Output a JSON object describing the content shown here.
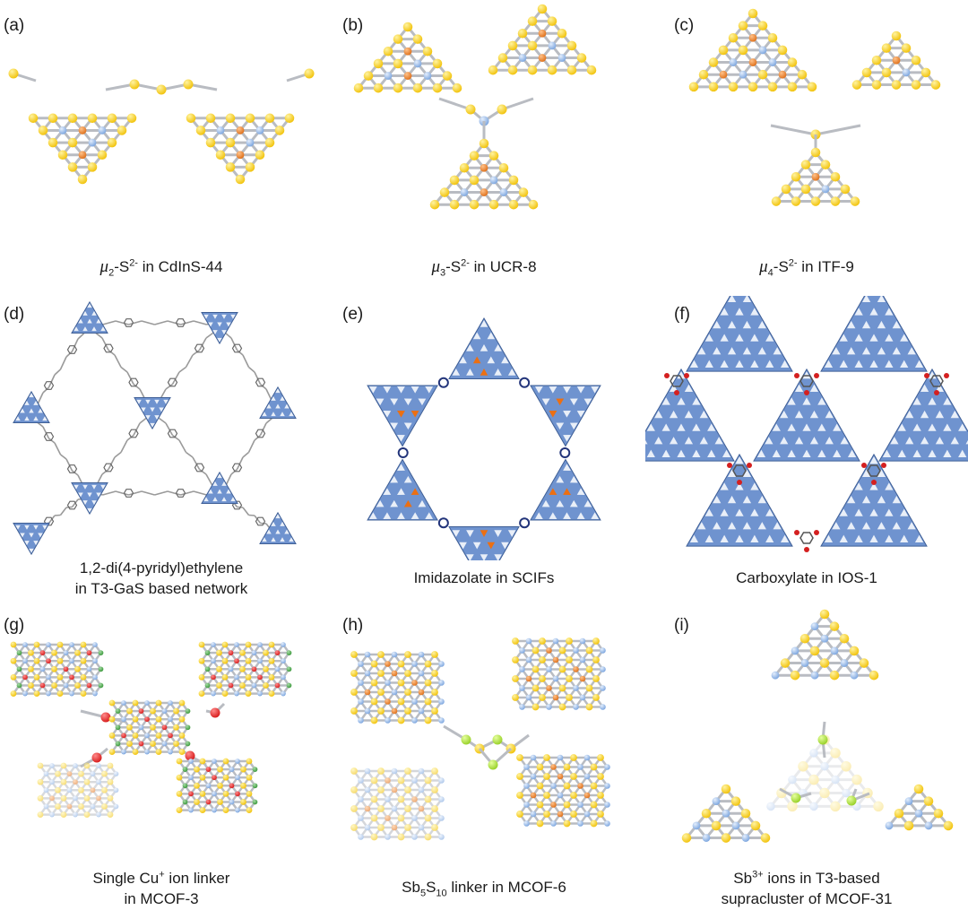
{
  "colors": {
    "sulfur": "#f2c40f",
    "metal": "#7fa8e0",
    "indium": "#e0731e",
    "bond": "#b9bcc2",
    "tetra_fill": "#6f93cf",
    "tetra_dark": "#3f5f96",
    "tetra_orange": "#ec6f12",
    "copper": "#d81f1f",
    "green": "#3f9b3f",
    "antimony": "#9ad22b",
    "linker": "#9a9a9a"
  },
  "panels": [
    {
      "letter": "(a)",
      "caption_lines": [
        [
          {
            "t": "μ",
            "s": "mu"
          },
          {
            "t": "2",
            "s": "sub"
          },
          {
            "t": "-S",
            "s": ""
          },
          {
            "t": "2-",
            "s": "sup"
          },
          {
            "t": " in CdInS-44",
            "s": ""
          }
        ]
      ]
    },
    {
      "letter": "(b)",
      "caption_lines": [
        [
          {
            "t": "μ",
            "s": "mu"
          },
          {
            "t": "3",
            "s": "sub"
          },
          {
            "t": "-S",
            "s": ""
          },
          {
            "t": "2-",
            "s": "sup"
          },
          {
            "t": " in UCR-8",
            "s": ""
          }
        ]
      ]
    },
    {
      "letter": "(c)",
      "caption_lines": [
        [
          {
            "t": "μ",
            "s": "mu"
          },
          {
            "t": "4",
            "s": "sub"
          },
          {
            "t": "-S",
            "s": ""
          },
          {
            "t": "2-",
            "s": "sup"
          },
          {
            "t": " in ITF-9",
            "s": ""
          }
        ]
      ]
    },
    {
      "letter": "(d)",
      "caption_lines": [
        [
          {
            "t": "1,2-di(4-pyridyl)ethylene",
            "s": ""
          }
        ],
        [
          {
            "t": "in T3-GaS based network",
            "s": ""
          }
        ]
      ]
    },
    {
      "letter": "(e)",
      "caption_lines": [
        [
          {
            "t": "Imidazolate in SCIFs",
            "s": ""
          }
        ]
      ]
    },
    {
      "letter": "(f)",
      "caption_lines": [
        [
          {
            "t": "Carboxylate in IOS-1",
            "s": ""
          }
        ]
      ]
    },
    {
      "letter": "(g)",
      "caption_lines": [
        [
          {
            "t": "Single Cu",
            "s": ""
          },
          {
            "t": "+",
            "s": "sup"
          },
          {
            "t": " ion linker",
            "s": ""
          }
        ],
        [
          {
            "t": "in MCOF-3",
            "s": ""
          }
        ]
      ]
    },
    {
      "letter": "(h)",
      "caption_lines": [
        [
          {
            "t": "Sb",
            "s": ""
          },
          {
            "t": "5",
            "s": "sub"
          },
          {
            "t": "S",
            "s": ""
          },
          {
            "t": "10",
            "s": "sub"
          },
          {
            "t": " linker in MCOF-6",
            "s": ""
          }
        ]
      ]
    },
    {
      "letter": "(i)",
      "caption_lines": [
        [
          {
            "t": "Sb",
            "s": ""
          },
          {
            "t": "3+",
            "s": "sup"
          },
          {
            "t": " ions in T3-based",
            "s": ""
          }
        ],
        [
          {
            "t": "supracluster of MCOF-31",
            "s": ""
          }
        ]
      ]
    }
  ]
}
